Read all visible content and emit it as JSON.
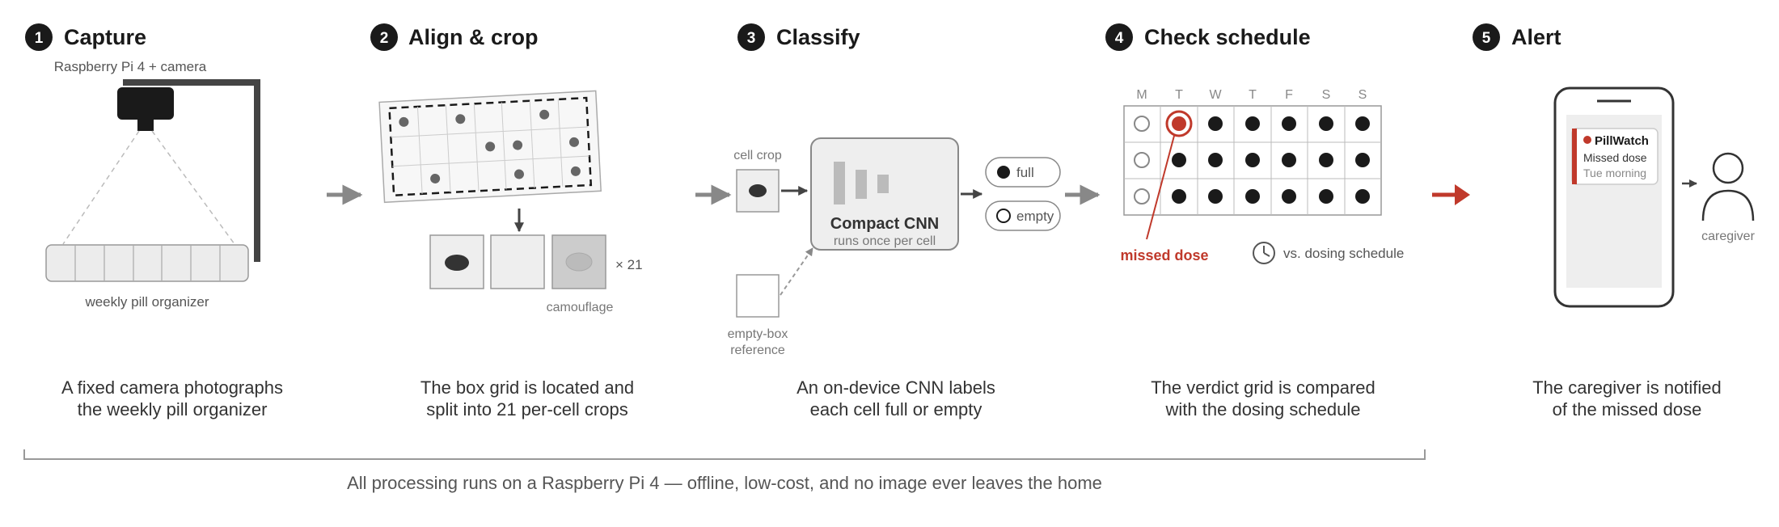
{
  "steps": [
    {
      "num": "1",
      "title": "Capture",
      "caption_line1": "A fixed camera photographs",
      "caption_line2": "the weekly pill organizer"
    },
    {
      "num": "2",
      "title": "Align & crop",
      "caption_line1": "The box grid is located and",
      "caption_line2": "split into 21 per-cell crops"
    },
    {
      "num": "3",
      "title": "Classify",
      "caption_line1": "An on-device CNN labels",
      "caption_line2": "each cell full or empty"
    },
    {
      "num": "4",
      "title": "Check schedule",
      "caption_line1": "The verdict grid is compared",
      "caption_line2": "with the dosing schedule"
    },
    {
      "num": "5",
      "title": "Alert",
      "caption_line1": "The caregiver is notified",
      "caption_line2": "of the missed dose"
    }
  ],
  "capture": {
    "camera_label": "Raspberry Pi 4 + camera",
    "organizer_label": "weekly pill organizer"
  },
  "align": {
    "count_label": "× 21",
    "camouflage_label": "camouflage"
  },
  "classify": {
    "cell_crop_label": "cell crop",
    "empty_ref_line1": "empty-box",
    "empty_ref_line2": "reference",
    "cnn_title": "Compact CNN",
    "cnn_subtitle": "runs once per cell",
    "full_label": "full",
    "empty_label": "empty"
  },
  "schedule": {
    "days": [
      "M",
      "T",
      "W",
      "T",
      "F",
      "S",
      "S"
    ],
    "missed_label": "missed dose",
    "schedule_label": "vs. dosing schedule"
  },
  "alert": {
    "app_name": "PillWatch",
    "message": "Missed dose",
    "time": "Tue morning",
    "caregiver_label": "caregiver"
  },
  "footer": "All processing runs on a Raspberry Pi 4 — offline, low-cost, and no image ever leaves the home",
  "colors": {
    "accent": "#c0392b",
    "dark": "#1a1a1a",
    "gray": "#888888"
  }
}
